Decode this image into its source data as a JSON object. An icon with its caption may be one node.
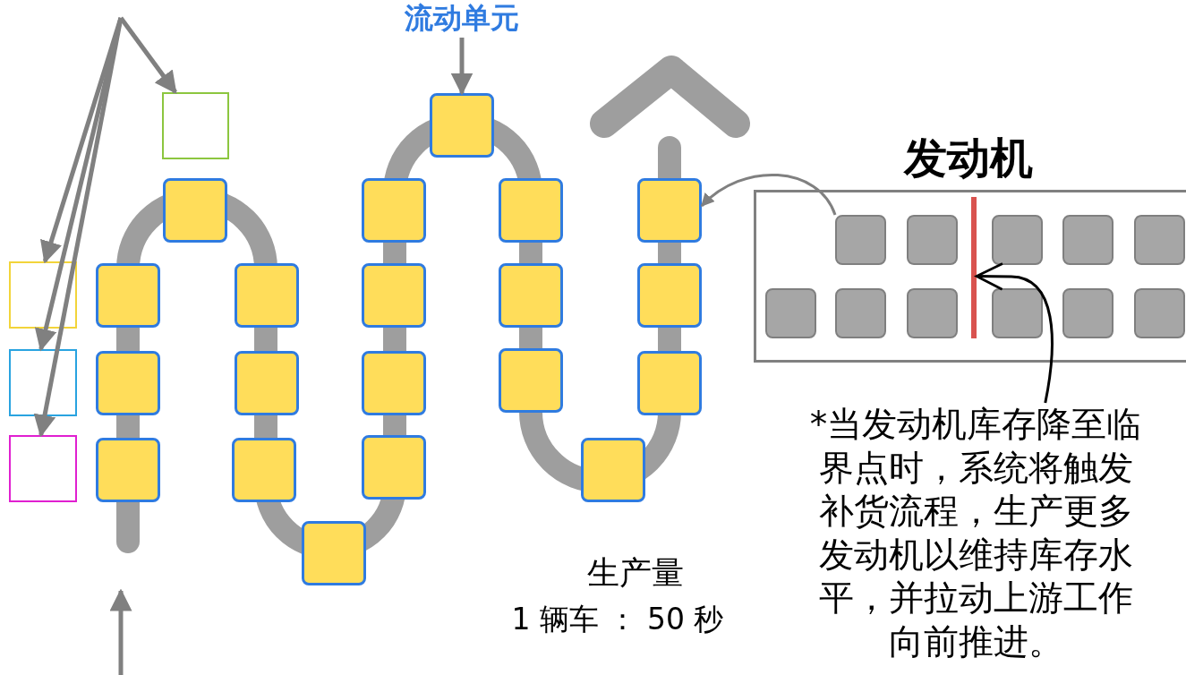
{
  "diagram": {
    "nodes": [
      {
        "text": [
          "流动单元"
        ]
      },
      {
        "text": [],
        "shape": "box"
      },
      {
        "text": [],
        "shape": "box"
      },
      {
        "text": [],
        "shape": "box"
      },
      {
        "text": [],
        "shape": "box"
      },
      {
        "text": [],
        "shape": "box"
      },
      {
        "text": [],
        "shape": "box"
      },
      {
        "text": [],
        "shape": "box"
      },
      {
        "text": [],
        "shape": "box"
      },
      {
        "text": [],
        "shape": "box"
      },
      {
        "text": [],
        "shape": "box"
      },
      {
        "text": [],
        "shape": "box"
      },
      {
        "text": [],
        "shape": "box"
      },
      {
        "text": [],
        "shape": "box"
      },
      {
        "text": [],
        "shape": "box"
      },
      {
        "text": [],
        "shape": "box"
      },
      {
        "text": [],
        "shape": "box"
      },
      {
        "text": [],
        "shape": "box"
      },
      {
        "text": [],
        "shape": "box"
      },
      {
        "text": [],
        "shape": "box"
      },
      {
        "text": [],
        "shape": "box"
      },
      {
        "text": [],
        "shape": "box"
      },
      {
        "text": [],
        "shape": "box"
      },
      {
        "text": [],
        "shape": "box"
      },
      {
        "text": [],
        "shape": "box"
      },
      {
        "text": [
          "发动机"
        ]
      },
      {
        "text": [],
        "shape": "box",
        "in": 25
      },
      {
        "text": [],
        "shape": "box",
        "in": 25
      },
      {
        "text": [],
        "shape": "box",
        "in": 25
      },
      {
        "text": [],
        "shape": "box",
        "in": 25
      },
      {
        "text": [],
        "shape": "box",
        "in": 25
      },
      {
        "text": [],
        "shape": "box",
        "in": 25
      },
      {
        "text": [],
        "shape": "box",
        "in": 25
      },
      {
        "text": [],
        "shape": "box",
        "in": 25
      },
      {
        "text": [],
        "shape": "box",
        "in": 25
      },
      {
        "text": [],
        "shape": "box",
        "in": 25
      },
      {
        "text": [],
        "shape": "box",
        "in": 25
      },
      {
        "text": [],
        "shape": "bar",
        "in": 25
      },
      {
        "text": [
          "*当发动机库存降至临界点时，系统将触发补货流程，生产更多发动机以维持库存水平，并拉动上游工作向前推进。"
        ]
      }
    ],
    "edges": [
      {
        "from": 0,
        "to": 13,
        "arrow": "to"
      },
      {
        "from": null,
        "to": 21,
        "arrow": "to"
      },
      {
        "from": null,
        "to": 22,
        "arrow": "to"
      },
      {
        "from": null,
        "to": 23,
        "arrow": "to"
      },
      {
        "from": null,
        "to": 24,
        "arrow": "to"
      },
      {
        "from": 26,
        "to": 18,
        "arrow": "to"
      },
      {
        "from": 38,
        "to": 37,
        "arrow": "to",
        "color": "#000000"
      }
    ],
    "labels": [
      "生产量",
      "1 辆车 ： 50 秒"
    ]
  }
}
